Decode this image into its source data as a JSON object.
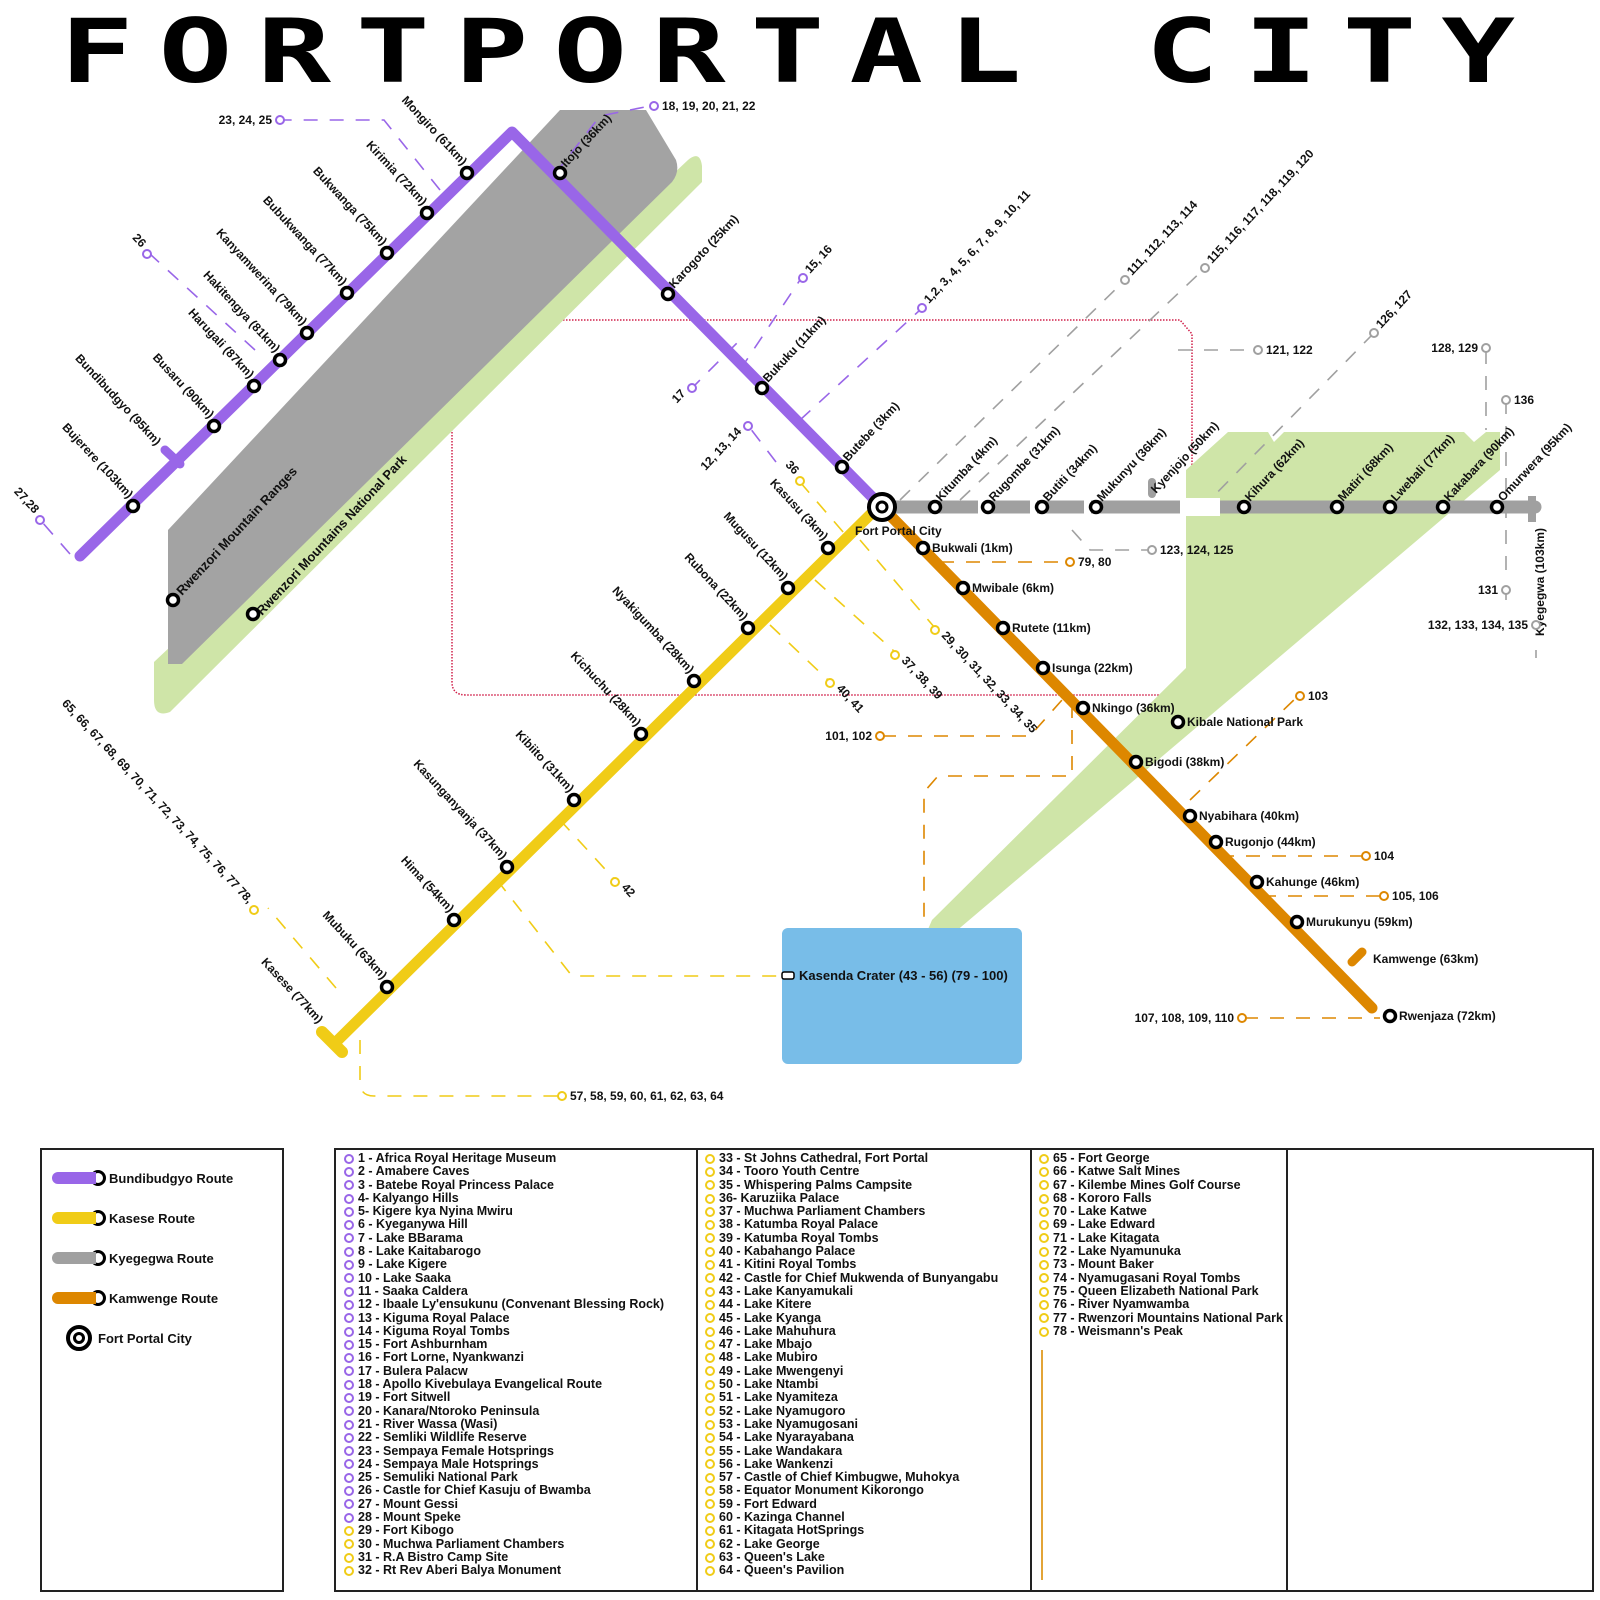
{
  "title": "FORTPORTAL CITY",
  "colors": {
    "bundibudgyo": "#9966e8",
    "kasese": "#f0cc17",
    "kyegegwa": "#a0a0a0",
    "kamwenge": "#dd8700",
    "park_green": "#cfe5a8",
    "mountain_grey": "#a3a3a3",
    "crater_blue": "#78bde8",
    "boundary_red": "#d0204a"
  },
  "hub": {
    "name": "Fort Portal City"
  },
  "routes": {
    "bundibudgyo": {
      "name": "Bundibudgyo Route",
      "stations": [
        {
          "name": "Butebe (3km)"
        },
        {
          "name": "Bukuku (11km)"
        },
        {
          "name": "Karogoto (25km)"
        },
        {
          "name": "Itojo (36km)"
        },
        {
          "name": "Mongiro (61km)"
        },
        {
          "name": "Kirimia (72km)"
        },
        {
          "name": "Bukwanga (75km)"
        },
        {
          "name": "Bubukwanga (77km)"
        },
        {
          "name": "Kanyamwerina (79km)"
        },
        {
          "name": "Hakitengya (81km)"
        },
        {
          "name": "Harugali (87km)"
        },
        {
          "name": "Busaru (90km)"
        },
        {
          "name": "Bundibudgyo (95km)"
        },
        {
          "name": "Bujerere (103km)"
        }
      ],
      "poi_tags": [
        "23, 24, 25",
        "18, 19, 20, 21, 22",
        "26",
        "27,28",
        "15, 16",
        "17",
        "1,2, 3, 4, 5, 6, 7, 8, 9, 10, 11",
        "12, 13, 14"
      ]
    },
    "kasese": {
      "name": "Kasese Route",
      "stations": [
        {
          "name": "Kasusu (3km)"
        },
        {
          "name": "Mugusu (12km)"
        },
        {
          "name": "Rubona (22km)"
        },
        {
          "name": "Nyakigumba (28km)"
        },
        {
          "name": "Kichuchu (28km)"
        },
        {
          "name": "Kibiito (31km)"
        },
        {
          "name": "Kasunganyanja (37km)"
        },
        {
          "name": "Hima (54km)"
        },
        {
          "name": "Mubuku (63km)"
        },
        {
          "name": "Kasese (77km)"
        }
      ],
      "poi_tags": [
        "36",
        "29, 30, 31, 32, 33, 34, 35",
        "37, 38, 39",
        "40, 41",
        "42",
        "65, 66, 67, 68, 69, 70, 71, 72, 73, 74, 75, 76, 77 78,",
        "57, 58, 59, 60, 61, 62, 63, 64"
      ]
    },
    "kyegegwa": {
      "name": "Kyegegwa Route",
      "stations": [
        {
          "name": "Kitumba (4km)"
        },
        {
          "name": "Rugombe (31km)"
        },
        {
          "name": "Butiti (34km)"
        },
        {
          "name": "Mukunyu (36km)"
        },
        {
          "name": "Kyenjojo (50km)"
        },
        {
          "name": "Kihura (62km)"
        },
        {
          "name": "Matiri (68km)"
        },
        {
          "name": "Lwebali (77km)"
        },
        {
          "name": "Kakabara (90km)"
        },
        {
          "name": "Omurwera (95km)"
        },
        {
          "name": "Kyegegwa (103km)"
        }
      ],
      "poi_tags": [
        "111, 112, 113, 114",
        "115, 116, 117, 118, 119, 120",
        "121, 122",
        "123, 124, 125",
        "126, 127",
        "128, 129",
        "136",
        "131",
        "132, 133, 134, 135"
      ]
    },
    "kamwenge": {
      "name": "Kamwenge Route",
      "stations": [
        {
          "name": "Bukwali (1km)"
        },
        {
          "name": "Mwibale (6km)"
        },
        {
          "name": "Rutete (11km)"
        },
        {
          "name": "Isunga (22km)"
        },
        {
          "name": "Nkingo (36km)"
        },
        {
          "name": "Kibale National Park"
        },
        {
          "name": "Bigodi (38km)"
        },
        {
          "name": "Nyabihara (40km)"
        },
        {
          "name": "Rugonjo (44km)"
        },
        {
          "name": "Kahunge (46km)"
        },
        {
          "name": "Murukunyu (59km)"
        },
        {
          "name": "Kamwenge (63km)"
        },
        {
          "name": "Rwenjaza (72km)"
        }
      ],
      "poi_tags": [
        "79, 80",
        "101, 102",
        "103",
        "104",
        "105, 106",
        "107, 108, 109, 110"
      ]
    }
  },
  "areas": {
    "mountains": "Rwenzori Mountain Ranges",
    "rwenzori_park": "Rwenzori Mountains National Park",
    "crater": "Kasenda Crater (43 - 56) (79 - 100)"
  },
  "legend": [
    {
      "label": "Bundibudgyo Route",
      "route": "bundibudgyo"
    },
    {
      "label": "Kasese Route",
      "route": "kasese"
    },
    {
      "label": "Kyegegwa Route",
      "route": "kyegegwa"
    },
    {
      "label": "Kamwenge Route",
      "route": "kamwenge"
    },
    {
      "label": "Fort Portal City",
      "route": "hub"
    }
  ],
  "poi_columns": [
    {
      "items": [
        {
          "text": "1 - Africa Royal Heritage Museum",
          "route": "bundibudgyo"
        },
        {
          "text": "2 - Amabere Caves",
          "route": "bundibudgyo"
        },
        {
          "text": "3 - Batebe Royal Princess Palace",
          "route": "bundibudgyo"
        },
        {
          "text": "4- Kalyango Hills",
          "route": "bundibudgyo"
        },
        {
          "text": "5- Kigere kya Nyina Mwiru",
          "route": "bundibudgyo"
        },
        {
          "text": "6 - Kyeganywa Hill",
          "route": "bundibudgyo"
        },
        {
          "text": "7 - Lake BBarama",
          "route": "bundibudgyo"
        },
        {
          "text": "8 - Lake Kaitabarogo",
          "route": "bundibudgyo"
        },
        {
          "text": "9 - Lake Kigere",
          "route": "bundibudgyo"
        },
        {
          "text": "10 - Lake Saaka",
          "route": "bundibudgyo"
        },
        {
          "text": "11 - Saaka Caldera",
          "route": "bundibudgyo"
        },
        {
          "text": "12 - Ibaale Ly'ensukunu (Convenant Blessing Rock)",
          "route": "bundibudgyo"
        },
        {
          "text": "13 - Kiguma Royal Palace",
          "route": "bundibudgyo"
        },
        {
          "text": "14 - Kiguma Royal Tombs",
          "route": "bundibudgyo"
        },
        {
          "text": "15 - Fort Ashburnham",
          "route": "bundibudgyo"
        },
        {
          "text": "16 - Fort Lorne, Nyankwanzi",
          "route": "bundibudgyo"
        },
        {
          "text": "17 - Bulera Palacw",
          "route": "bundibudgyo"
        },
        {
          "text": "18 - Apollo Kivebulaya Evangelical Route",
          "route": "bundibudgyo"
        },
        {
          "text": "19 - Fort Sitwell",
          "route": "bundibudgyo"
        },
        {
          "text": "20 - Kanara/Ntoroko Peninsula",
          "route": "bundibudgyo"
        },
        {
          "text": "21 - River Wassa (Wasi)",
          "route": "bundibudgyo"
        },
        {
          "text": "22 - Semliki Wildlife Reserve",
          "route": "bundibudgyo"
        },
        {
          "text": "23 - Sempaya Female Hotsprings",
          "route": "bundibudgyo"
        },
        {
          "text": "24 - Sempaya Male Hotsprings",
          "route": "bundibudgyo"
        },
        {
          "text": "25 - Semuliki National Park",
          "route": "bundibudgyo"
        },
        {
          "text": "26 - Castle for Chief Kasuju of Bwamba",
          "route": "bundibudgyo"
        },
        {
          "text": "27 - Mount Gessi",
          "route": "bundibudgyo"
        },
        {
          "text": "28 - Mount Speke",
          "route": "bundibudgyo"
        },
        {
          "text": "29 - Fort Kibogo",
          "route": "kasese"
        },
        {
          "text": "30 - Muchwa Parliament Chambers",
          "route": "kasese"
        },
        {
          "text": "31 - R.A Bistro Camp Site",
          "route": "kasese"
        },
        {
          "text": "32 - Rt Rev Aberi Balya Monument",
          "route": "kasese"
        }
      ]
    },
    {
      "items": [
        {
          "text": "33 - St Johns Cathedral, Fort Portal",
          "route": "kasese"
        },
        {
          "text": "34 - Tooro Youth Centre",
          "route": "kasese"
        },
        {
          "text": "35 - Whispering Palms Campsite",
          "route": "kasese"
        },
        {
          "text": "36- Karuziika Palace",
          "route": "kasese"
        },
        {
          "text": "37 - Muchwa Parliament Chambers",
          "route": "kasese"
        },
        {
          "text": "38 - Katumba Royal Palace",
          "route": "kasese"
        },
        {
          "text": "39 - Katumba Royal Tombs",
          "route": "kasese"
        },
        {
          "text": "40 - Kabahango Palace",
          "route": "kasese"
        },
        {
          "text": "41 - Kitini Royal Tombs",
          "route": "kasese"
        },
        {
          "text": "42 - Castle for Chief Mukwenda of Bunyangabu",
          "route": "kasese"
        },
        {
          "text": "43 - Lake Kanyamukali",
          "route": "kasese"
        },
        {
          "text": "44 - Lake Kitere",
          "route": "kasese"
        },
        {
          "text": "45 - Lake Kyanga",
          "route": "kasese"
        },
        {
          "text": "46 - Lake Mahuhura",
          "route": "kasese"
        },
        {
          "text": "47 - Lake Mbajo",
          "route": "kasese"
        },
        {
          "text": "48 - Lake Mubiro",
          "route": "kasese"
        },
        {
          "text": "49 - Lake Mwengenyi",
          "route": "kasese"
        },
        {
          "text": "50 - Lake Ntambi",
          "route": "kasese"
        },
        {
          "text": "51 - Lake Nyamiteza",
          "route": "kasese"
        },
        {
          "text": "52 - Lake Nyamugoro",
          "route": "kasese"
        },
        {
          "text": "53 - Lake Nyamugosani",
          "route": "kasese"
        },
        {
          "text": "54 - Lake Nyarayabana",
          "route": "kasese"
        },
        {
          "text": "55 - Lake Wandakara",
          "route": "kasese"
        },
        {
          "text": "56 - Lake Wankenzi",
          "route": "kasese"
        },
        {
          "text": "57 - Castle of Chief Kimbugwe, Muhokya",
          "route": "kasese"
        },
        {
          "text": "58 - Equator Monument Kikorongo",
          "route": "kasese"
        },
        {
          "text": "59 - Fort Edward",
          "route": "kasese"
        },
        {
          "text": "60 - Kazinga Channel",
          "route": "kasese"
        },
        {
          "text": "61 - Kitagata HotSprings",
          "route": "kasese"
        },
        {
          "text": "62 - Lake George",
          "route": "kasese"
        },
        {
          "text": "63 - Queen's Lake",
          "route": "kasese"
        },
        {
          "text": "64 - Queen's Pavilion",
          "route": "kasese"
        }
      ]
    },
    {
      "items": [
        {
          "text": "65 - Fort George",
          "route": "kasese"
        },
        {
          "text": "66 - Katwe Salt Mines",
          "route": "kasese"
        },
        {
          "text": "67 - Kilembe Mines Golf Course",
          "route": "kasese"
        },
        {
          "text": "68 - Kororo Falls",
          "route": "kasese"
        },
        {
          "text": "70 - Lake Katwe",
          "route": "kasese"
        },
        {
          "text": "69 - Lake Edward",
          "route": "kasese"
        },
        {
          "text": "71 - Lake Kitagata",
          "route": "kasese"
        },
        {
          "text": "72 - Lake Nyamunuka",
          "route": "kasese"
        },
        {
          "text": "73 - Mount Baker",
          "route": "kasese"
        },
        {
          "text": "74 - Nyamugasani Royal Tombs",
          "route": "kasese"
        },
        {
          "text": "75 - Queen Elizabeth National Park",
          "route": "kasese"
        },
        {
          "text": "76 - River Nyamwamba",
          "route": "kasese"
        },
        {
          "text": "77 - Rwenzori Mountains National Park",
          "route": "kasese"
        },
        {
          "text": "78 - Weismann's Peak",
          "route": "kasese"
        }
      ]
    },
    {
      "items": []
    }
  ]
}
